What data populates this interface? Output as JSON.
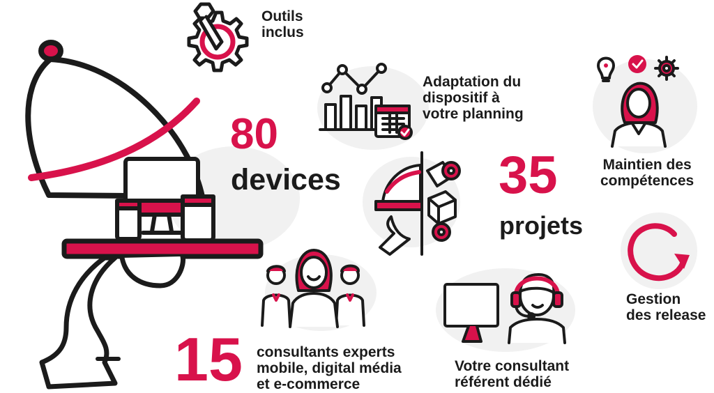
{
  "colors": {
    "accent": "#d8124b",
    "ink": "#1b1b1b",
    "background": "#ffffff",
    "blob": "#f1f1f1"
  },
  "stats": {
    "devices": {
      "value": "80",
      "label": "devices"
    },
    "projects": {
      "value": "35",
      "label": "projets"
    },
    "consultants": {
      "value": "15",
      "lines": [
        "consultants experts",
        "mobile, digital média",
        "et e-commerce"
      ]
    }
  },
  "features": {
    "tools": {
      "lines": [
        "Outils",
        "inclus"
      ],
      "icon": "wrench-gear-icon"
    },
    "planning": {
      "lines": [
        "Adaptation du",
        "dispositif à",
        "votre planning"
      ],
      "icon": "chart-calendar-icon"
    },
    "skills": {
      "lines": [
        "Maintien des",
        "compétences"
      ],
      "icon": "woman-ideas-icon"
    },
    "release": {
      "lines": [
        "Gestion",
        "des release"
      ],
      "icon": "refresh-cycle-icon"
    },
    "referent": {
      "lines": [
        "Votre consultant",
        "référent dédié"
      ],
      "icon": "headset-consultant-icon"
    }
  },
  "icons": {
    "hero": "serving-cloche-devices-icon",
    "projects": "cloche-cube-gears-icon",
    "team": "team-people-icon"
  }
}
